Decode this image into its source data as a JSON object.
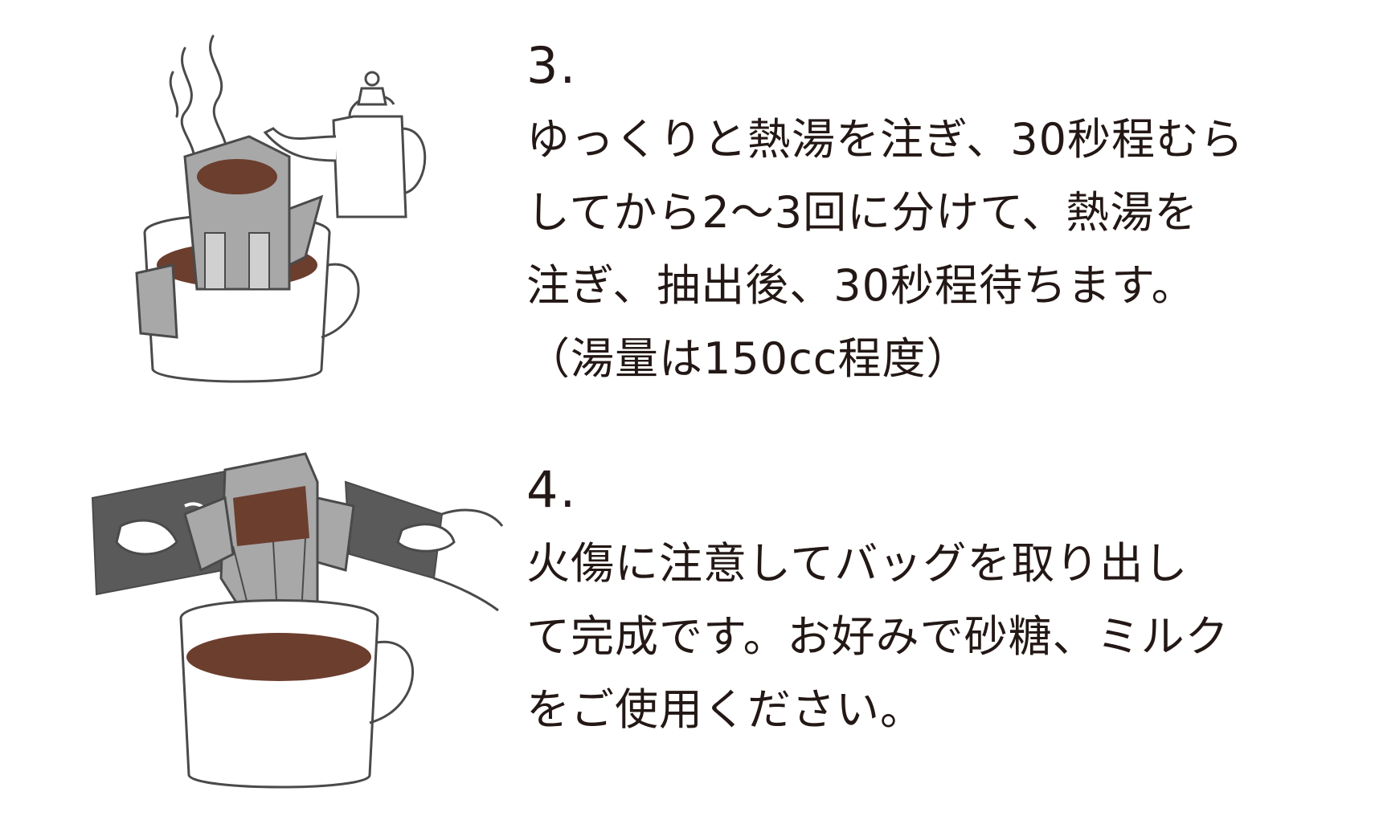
{
  "steps": [
    {
      "number": "3.",
      "lines": [
        "ゆっくりと熱湯を注ぎ、30秒程むら",
        "してから2〜3回に分けて、熱湯を",
        "注ぎ、抽出後、30秒程待ちます。",
        "（湯量は150cc程度）"
      ],
      "illustration": "kettle-pouring-into-drip-bag-icon"
    },
    {
      "number": "4.",
      "lines": [
        "火傷に注意してバッグを取り出し",
        "て完成です。お好みで砂糖、ミルク",
        "をご使用ください。"
      ],
      "illustration": "removing-drip-bag-icon"
    }
  ],
  "colors": {
    "text": "#231815",
    "coffee": "#6b3e2e",
    "line": "#4a4a4a",
    "filter_gray": "#a8a8a8",
    "dark_gray": "#5a5a5a"
  }
}
